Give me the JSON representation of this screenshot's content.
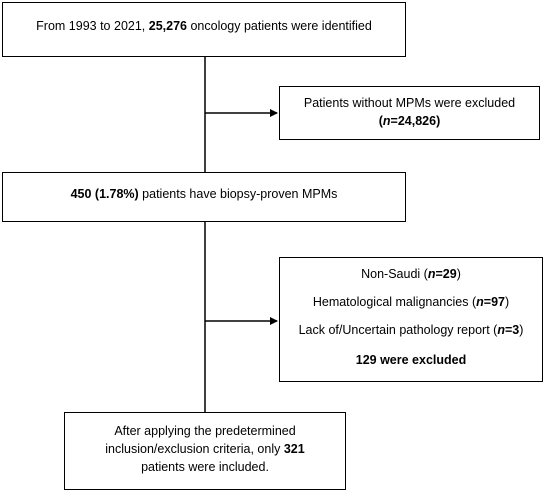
{
  "box1": {
    "pre": "From 1993 to 2021, ",
    "count": "25,276",
    "post": " oncology patients were identified"
  },
  "box_excl1": {
    "line1": "Patients without MPMs were excluded",
    "open": "(",
    "n_label": "n",
    "n_value": "=24,826",
    "close": ")"
  },
  "box2": {
    "count": "450 (1.78%)",
    "post": " patients have biopsy-proven MPMs"
  },
  "box_excl2": {
    "item1_label": "Non-Saudi (",
    "item1_n": "n",
    "item1_value": "=29",
    "item1_close": ")",
    "item2_label": "Hematological malignancies (",
    "item2_n": "n",
    "item2_value": "=97",
    "item2_close": ")",
    "item3_label": "Lack of/Uncertain pathology report (",
    "item3_n": "n",
    "item3_value": "=3",
    "item3_close": ")",
    "total": "129 were excluded"
  },
  "box3": {
    "line1": "After applying the predetermined",
    "line2": "inclusion/exclusion criteria, only ",
    "count": "321",
    "line3": "patients were included."
  }
}
